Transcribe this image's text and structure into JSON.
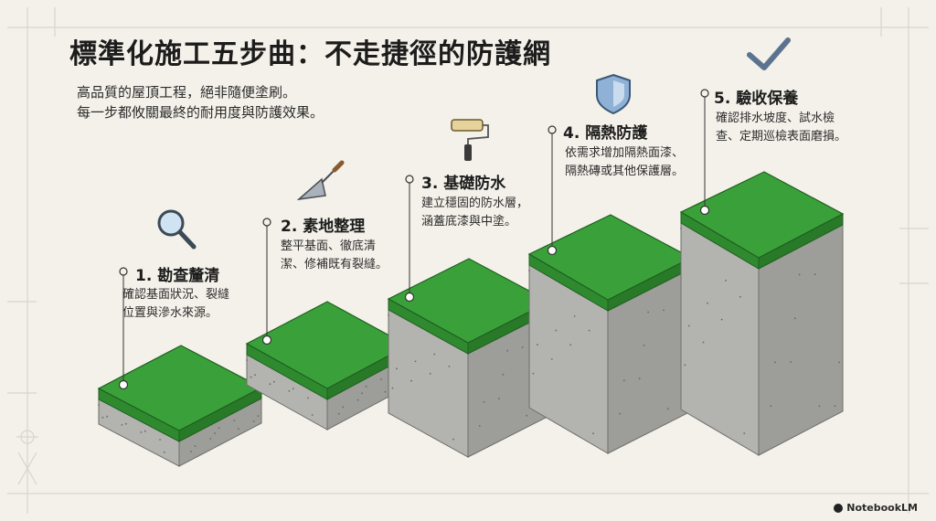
{
  "title": "標準化施工五步曲：不走捷徑的防護網",
  "subtitle_lines": [
    "高品質的屋頂工程，絕非隨便塗刷。",
    "每一步都攸關最終的耐用度與防護效果。"
  ],
  "steps": [
    {
      "title": "1. 勘查釐清",
      "desc": [
        "確認基面狀況、裂縫",
        "位置與滲水來源。"
      ],
      "icon": "magnifier-icon"
    },
    {
      "title": "2. 素地整理",
      "desc": [
        "整平基面、徹底清",
        "潔、修補既有裂縫。"
      ],
      "icon": "trowel-icon"
    },
    {
      "title": "3. 基礎防水",
      "desc": [
        "建立穩固的防水層，",
        "涵蓋底漆與中塗。"
      ],
      "icon": "paint-roller-icon"
    },
    {
      "title": "4. 隔熱防護",
      "desc": [
        "依需求增加隔熱面漆、",
        "隔熱磚或其他保護層。"
      ],
      "icon": "shield-icon"
    },
    {
      "title": "5. 驗收保養",
      "desc": [
        "確認排水坡度、試水檢",
        "查、定期巡檢表面磨損。"
      ],
      "icon": "checkmark-icon"
    }
  ],
  "brand": "NotebookLM",
  "colors": {
    "background": "#f3f1e9",
    "grass": "#3aa13a",
    "concrete": "#a6a6a3",
    "accent_blue": "#6a8fb5"
  }
}
